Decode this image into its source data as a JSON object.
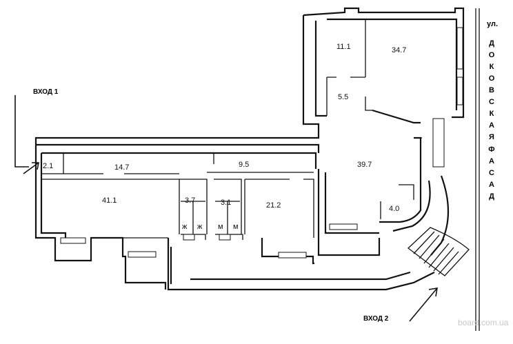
{
  "rooms": [
    {
      "area": "11.1"
    },
    {
      "area": "34.7"
    },
    {
      "area": "5.5"
    },
    {
      "area": "2.1"
    },
    {
      "area": "14.7"
    },
    {
      "area": "9.5"
    },
    {
      "area": "39.7"
    },
    {
      "area": "41.1"
    },
    {
      "area": "3.7"
    },
    {
      "area": "3.1"
    },
    {
      "area": "21.2"
    },
    {
      "area": "4.0"
    }
  ],
  "entrances": {
    "entry1": "ВХОД 1",
    "entry2": "ВХОД 2"
  },
  "street": {
    "prefix": "ул.",
    "name": "ДОКОВСКАЯ"
  },
  "facade": "ФАСАД",
  "watermark": "board.com.ua",
  "icons": [
    "arrow-icon",
    "stairs-icon",
    "toilet-icon"
  ]
}
